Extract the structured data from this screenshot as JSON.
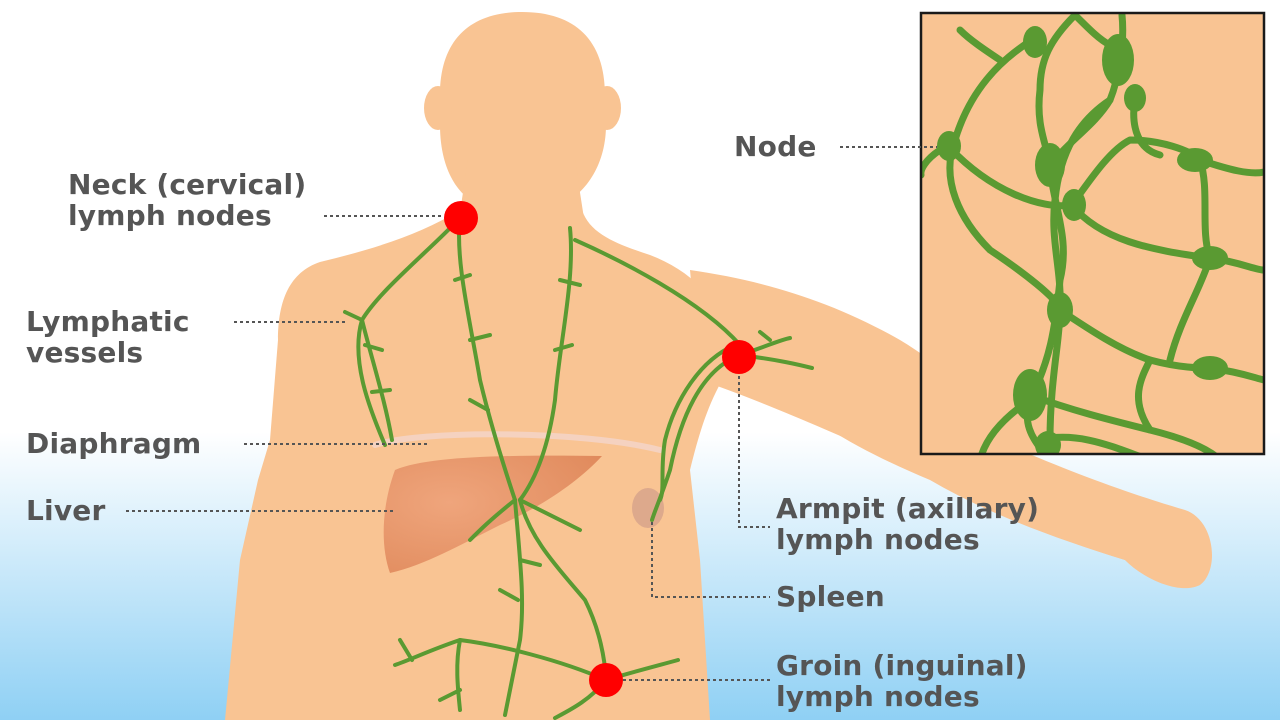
{
  "colors": {
    "background_top": "#ffffff",
    "background_bottom": "#8fd0f4",
    "skin": "#f9c493",
    "lymph": "#5a9a32",
    "node_marker": "#ff0000",
    "liver": "#e79667",
    "spleen": "#d8a58b",
    "inset_border": "#1a1a1a",
    "label_text": "#555555",
    "leader_line": "#555555"
  },
  "labels": {
    "neck": {
      "line1": "Neck (cervical)",
      "line2": "lymph nodes"
    },
    "vessels": {
      "line1": "Lymphatic",
      "line2": "vessels"
    },
    "diaphragm": {
      "line1": "Diaphragm"
    },
    "liver": {
      "line1": "Liver"
    },
    "armpit": {
      "line1": "Armpit (axillary)",
      "line2": "lymph nodes"
    },
    "spleen": {
      "line1": "Spleen"
    },
    "groin": {
      "line1": "Groin (inguinal)",
      "line2": "lymph nodes"
    },
    "node": {
      "line1": "Node"
    }
  },
  "icons": {
    "figure": "human-torso-figure",
    "inset": "lymph-network-magnified",
    "nodes": "red-dot-lymph-node"
  }
}
